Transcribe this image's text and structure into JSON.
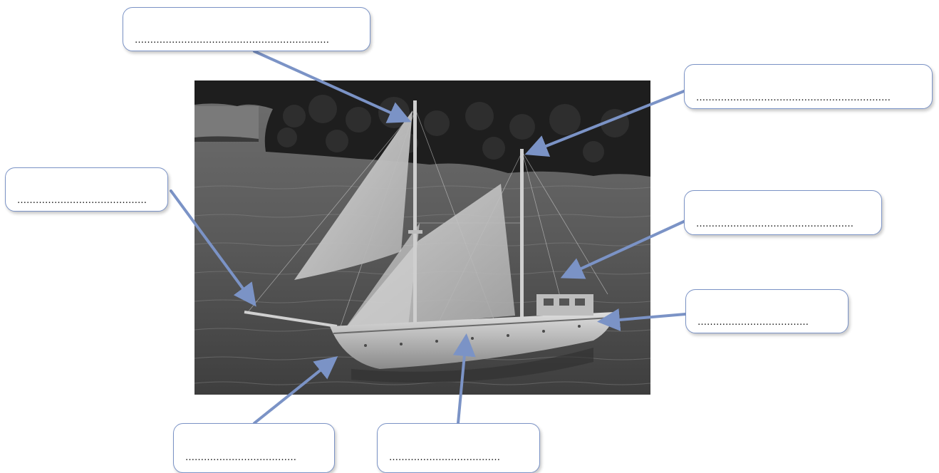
{
  "worksheet": {
    "image_subject": "schooner-photo",
    "arrow_color": "#7b93c6",
    "box_border_color": "#7b93c6",
    "labels": [
      {
        "id": "top-center",
        "text": "………………………………………………………"
      },
      {
        "id": "top-right",
        "text": "………………………………………………………"
      },
      {
        "id": "left",
        "text": "……………………………………"
      },
      {
        "id": "right-middle",
        "text": "……………………………………………"
      },
      {
        "id": "right-lower",
        "text": "………………………………"
      },
      {
        "id": "bottom-left",
        "text": "………………………………"
      },
      {
        "id": "bottom-center",
        "text": "………………………………"
      }
    ]
  }
}
